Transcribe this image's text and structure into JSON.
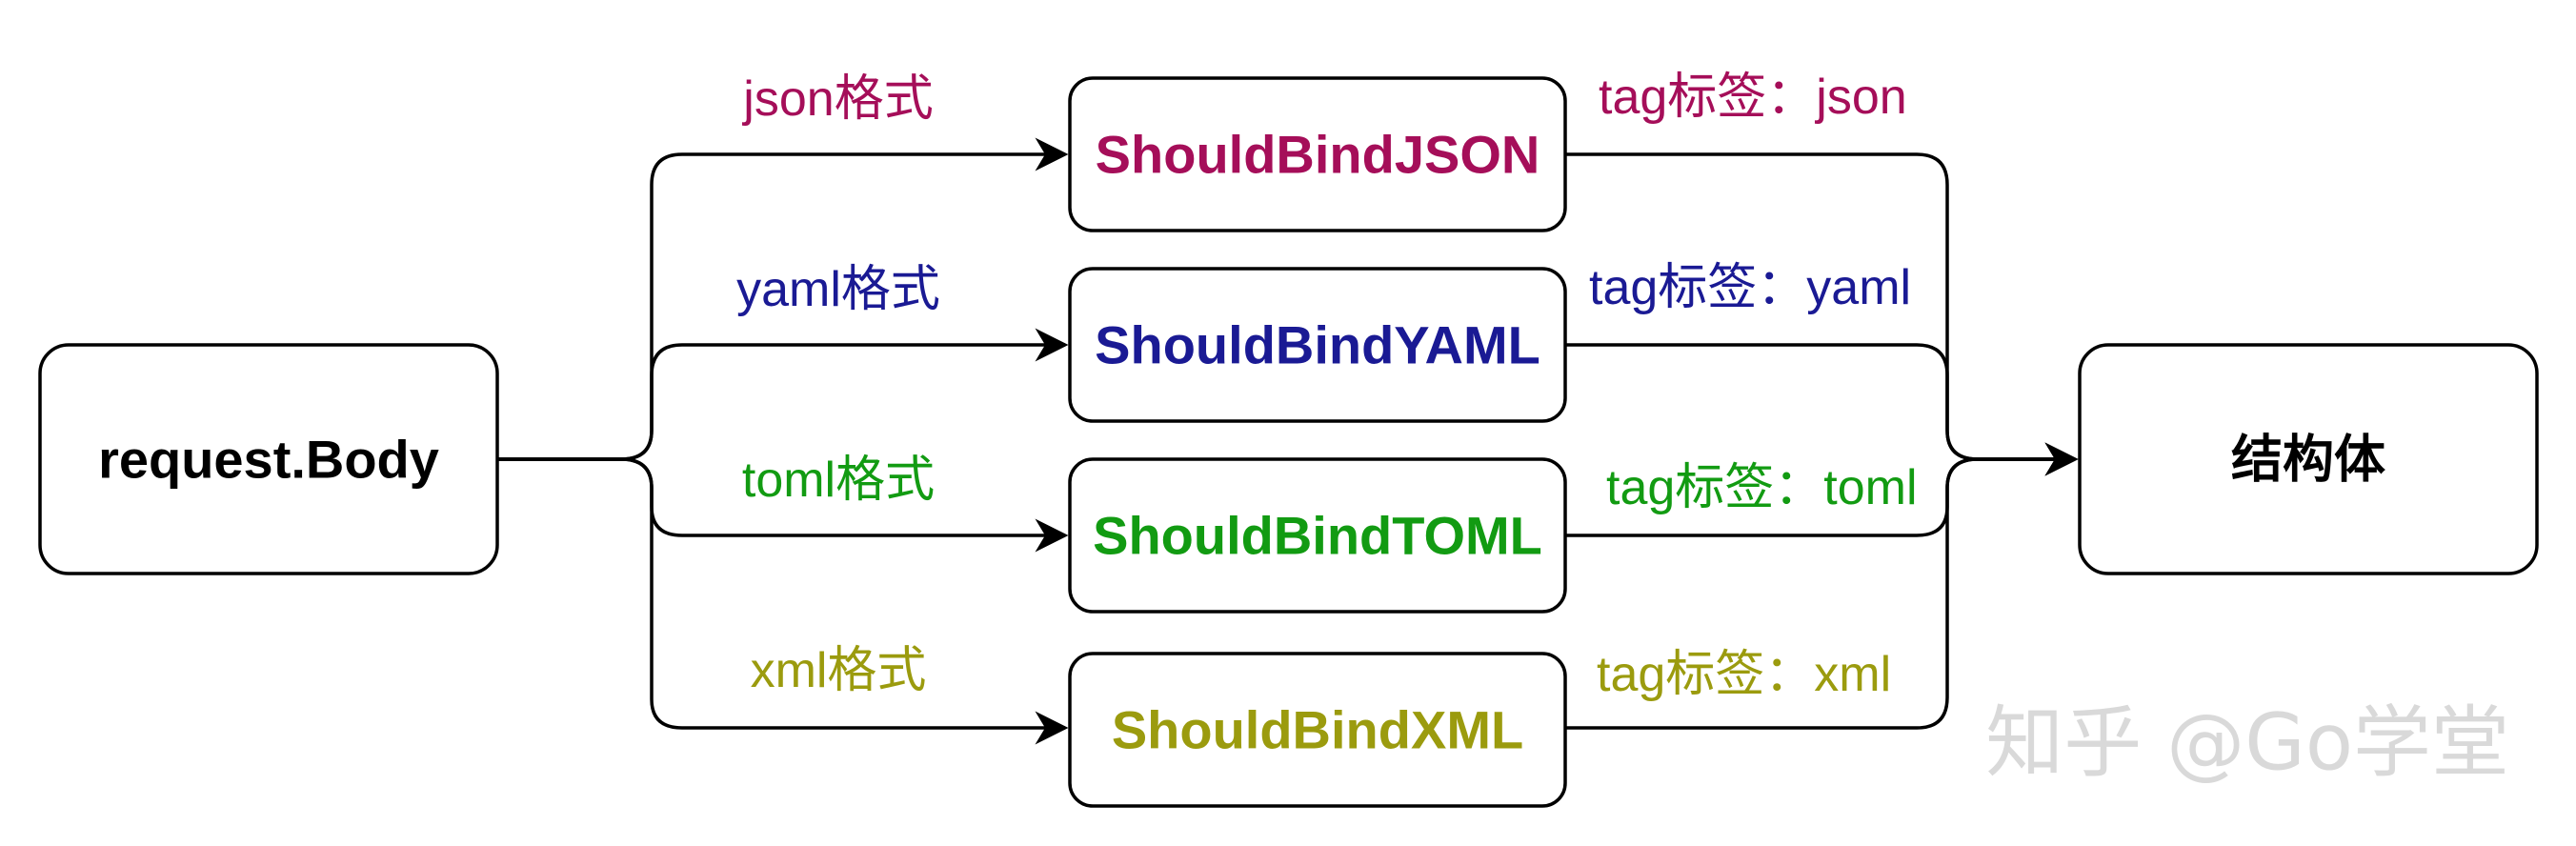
{
  "colors": {
    "json": "#a50e59",
    "yaml": "#1a1a94",
    "toml": "#129b12",
    "xml": "#9b9b0e",
    "stroke": "#000000",
    "watermark": "#d9d9d9"
  },
  "source": {
    "label": "request.Body"
  },
  "target": {
    "label": "结构体"
  },
  "binders": [
    {
      "key": "json",
      "format_label": "json格式",
      "method": "ShouldBindJSON",
      "tag_label": "tag标签：json"
    },
    {
      "key": "yaml",
      "format_label": "yaml格式",
      "method": "ShouldBindYAML",
      "tag_label": "tag标签：yaml"
    },
    {
      "key": "toml",
      "format_label": "toml格式",
      "method": "ShouldBindTOML",
      "tag_label": "tag标签：toml"
    },
    {
      "key": "xml",
      "format_label": "xml格式",
      "method": "ShouldBindXML",
      "tag_label": "tag标签：xml"
    }
  ],
  "watermark": {
    "text": "知乎 @Go学堂"
  }
}
